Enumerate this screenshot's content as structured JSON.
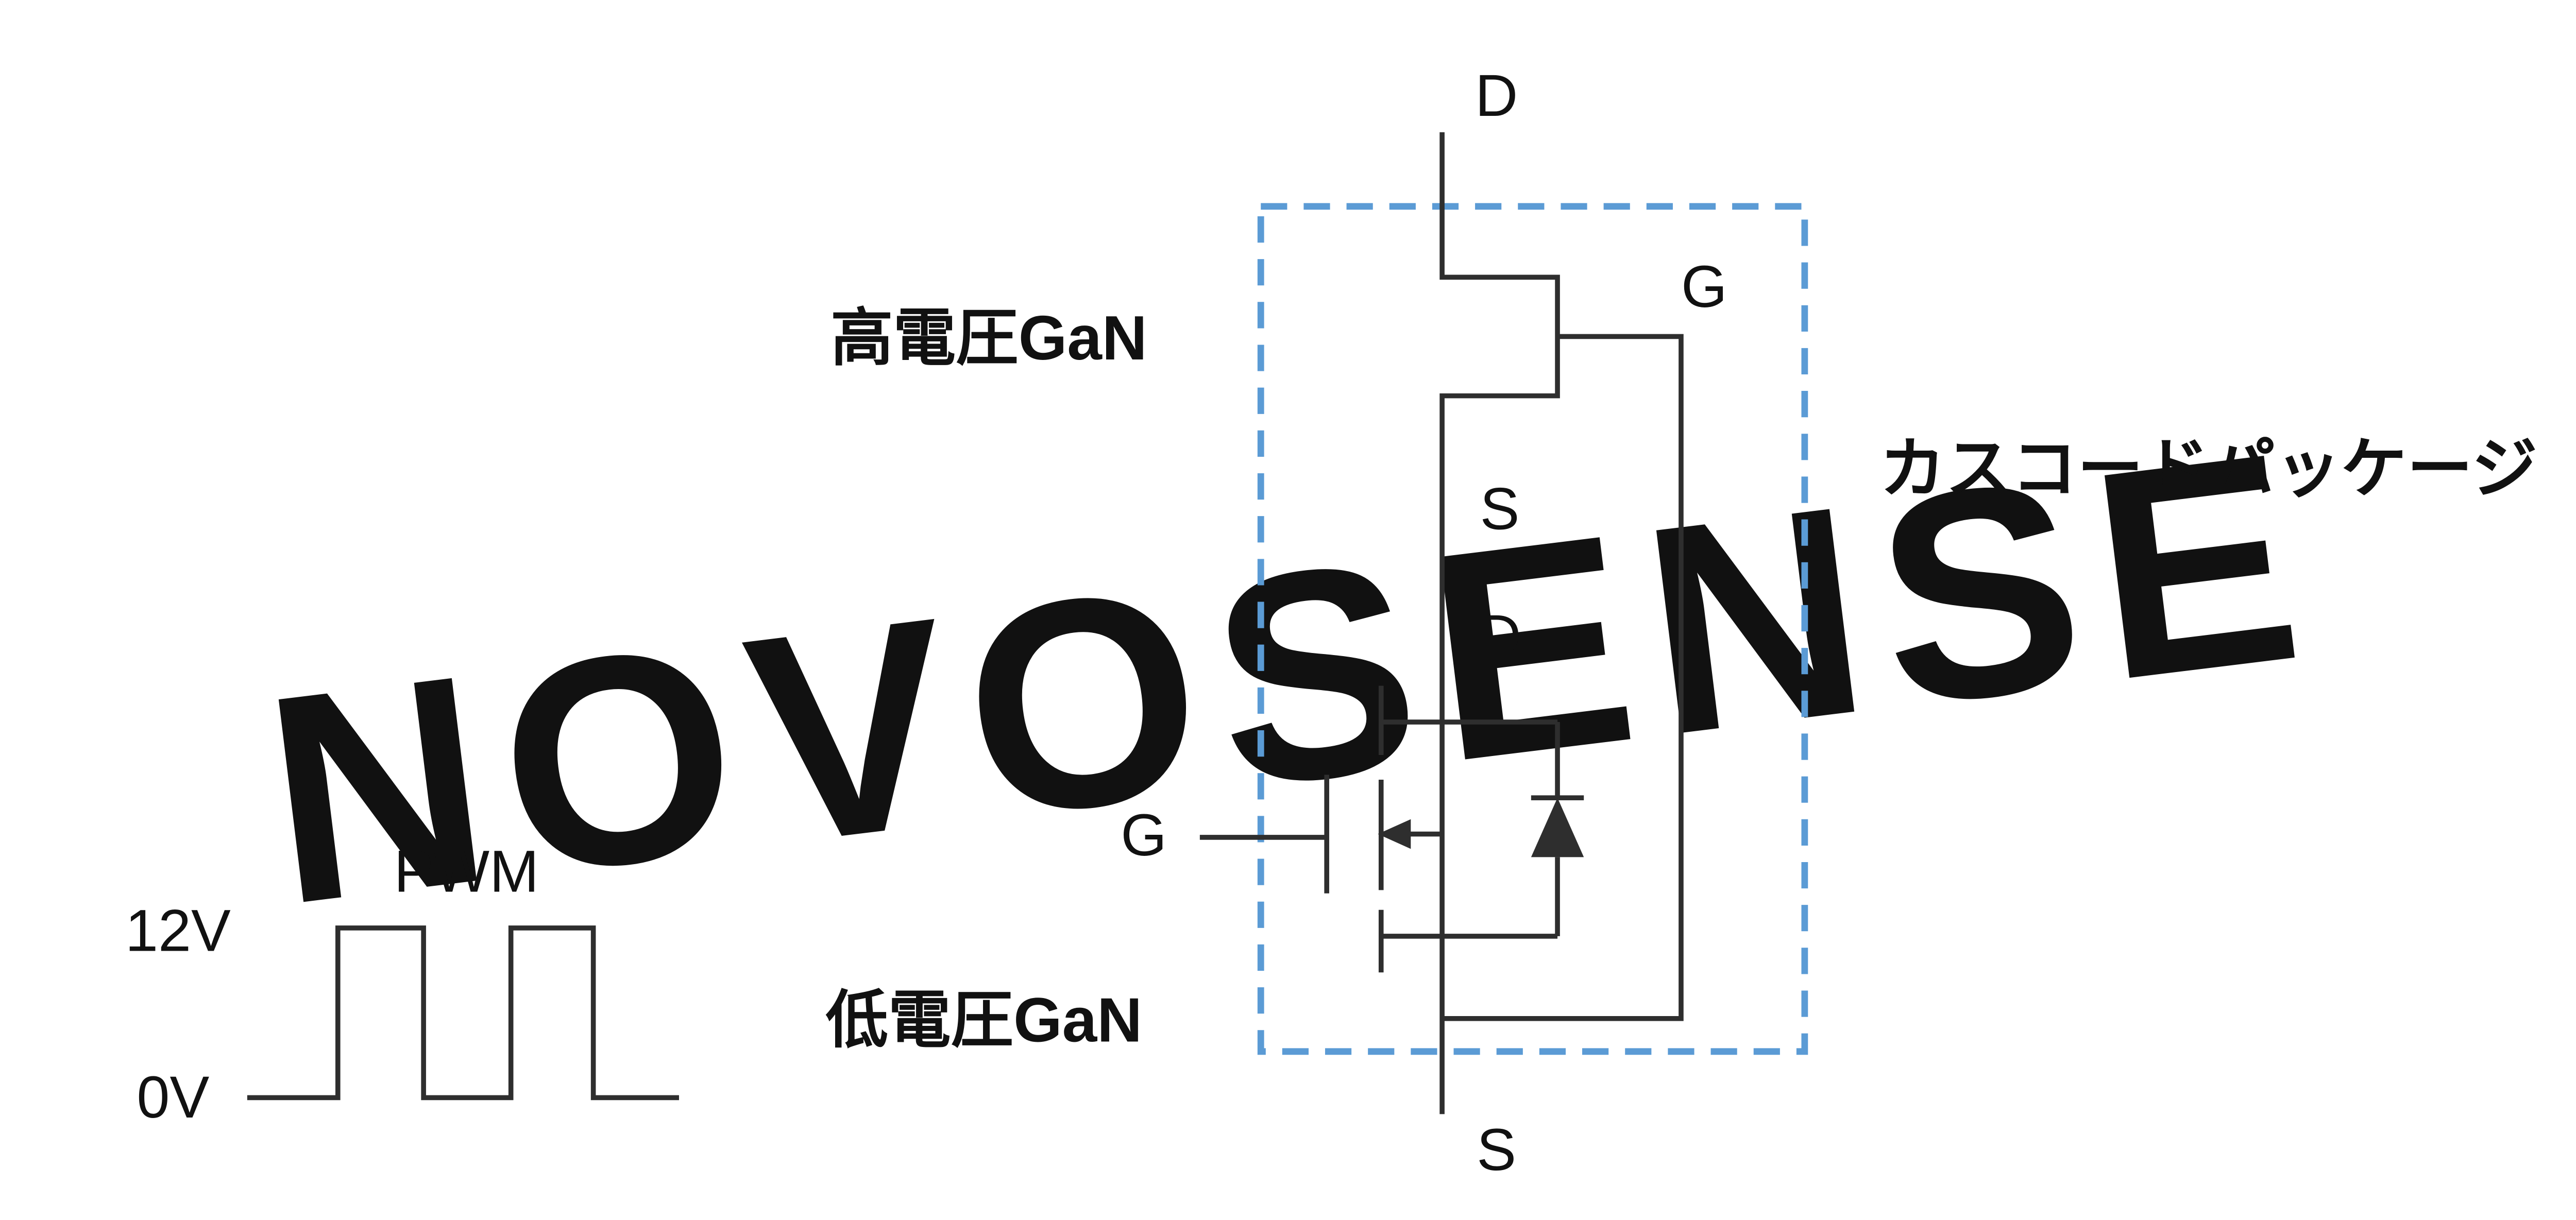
{
  "colors": {
    "line": "#2e2e2e",
    "dashed_box": "#5b9bd5",
    "text": "#111111"
  },
  "watermark": {
    "text": "NOVOSENSE",
    "color": "#f0f0f0"
  },
  "labels": {
    "high_voltage_gan": "高電圧GaN",
    "low_voltage_gan": "低電圧GaN",
    "cascode_package": "カスコードパッケージ",
    "pwm": "PWM",
    "level_high": "12V",
    "level_low": "0V"
  },
  "terminals": {
    "top_drain": "D",
    "top_gate": "G",
    "mid_source": "S",
    "mid_drain": "D",
    "bottom_gate": "G",
    "bottom_source": "S"
  }
}
